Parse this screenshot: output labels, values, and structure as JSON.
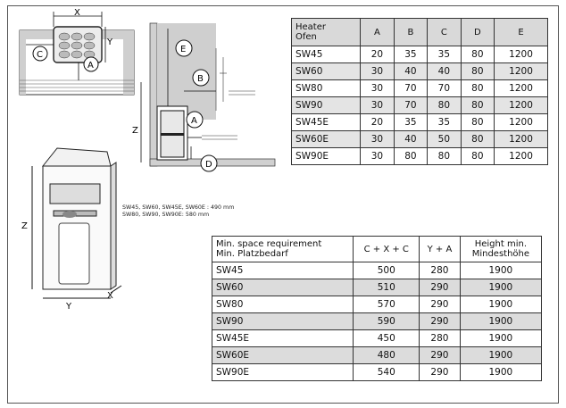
{
  "labels": {
    "x": "X",
    "y": "Y",
    "z": "Z",
    "a": "A",
    "b": "B",
    "c": "C",
    "d": "D",
    "e": "E"
  },
  "note": {
    "line1": "SW45, SW60, SW45E, SW60E : 490 mm",
    "line2": "SW80, SW90, SW90E: 580 mm"
  },
  "table1": {
    "header_line1": "Heater",
    "header_line2": "Ofen",
    "columns": [
      "A",
      "B",
      "C",
      "D",
      "E"
    ],
    "rows": [
      {
        "model": "SW45",
        "values": [
          "20",
          "35",
          "35",
          "80",
          "1200"
        ]
      },
      {
        "model": "SW60",
        "values": [
          "30",
          "40",
          "40",
          "80",
          "1200"
        ]
      },
      {
        "model": "SW80",
        "values": [
          "30",
          "70",
          "70",
          "80",
          "1200"
        ]
      },
      {
        "model": "SW90",
        "values": [
          "30",
          "70",
          "80",
          "80",
          "1200"
        ]
      },
      {
        "model": "SW45E",
        "values": [
          "20",
          "35",
          "35",
          "80",
          "1200"
        ]
      },
      {
        "model": "SW60E",
        "values": [
          "30",
          "40",
          "50",
          "80",
          "1200"
        ]
      },
      {
        "model": "SW90E",
        "values": [
          "30",
          "80",
          "80",
          "80",
          "1200"
        ]
      }
    ]
  },
  "table2": {
    "header_line1": "Min. space requirement",
    "header_line2": "Min. Platzbedarf",
    "col2": "C + X + C",
    "col3": "Y + A",
    "col4_line1": "Height min.",
    "col4_line2": "Mindesthöhe",
    "rows": [
      {
        "model": "SW45",
        "values": [
          "500",
          "280",
          "1900"
        ]
      },
      {
        "model": "SW60",
        "values": [
          "510",
          "290",
          "1900"
        ]
      },
      {
        "model": "SW80",
        "values": [
          "570",
          "290",
          "1900"
        ]
      },
      {
        "model": "SW90",
        "values": [
          "590",
          "290",
          "1900"
        ]
      },
      {
        "model": "SW45E",
        "values": [
          "450",
          "280",
          "1900"
        ]
      },
      {
        "model": "SW60E",
        "values": [
          "480",
          "290",
          "1900"
        ]
      },
      {
        "model": "SW90E",
        "values": [
          "540",
          "290",
          "1900"
        ]
      }
    ]
  }
}
